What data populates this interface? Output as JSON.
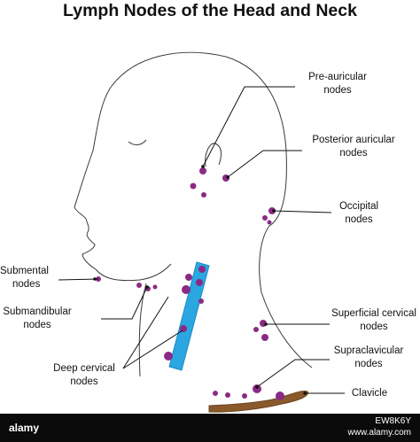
{
  "title": "Lymph Nodes of the Head and Neck",
  "labels": {
    "preauricular": [
      "Pre-auricular",
      "nodes"
    ],
    "posterior_auricular": [
      "Posterior auricular",
      "nodes"
    ],
    "occipital": [
      "Occipital",
      "nodes"
    ],
    "submental": [
      "Submental",
      "nodes"
    ],
    "submandibular": [
      "Submandibular",
      "nodes"
    ],
    "superficial_cervical": [
      "Superficial cervical",
      "nodes"
    ],
    "supraclavicular": [
      "Supraclavicular",
      "nodes"
    ],
    "deep_cervical": [
      "Deep cervical",
      "nodes"
    ],
    "clavicle": "Clavicle"
  },
  "footer": {
    "brand": "alamy",
    "image_id": "EW8K6Y",
    "site": "www.alamy.com"
  },
  "colors": {
    "node": "#8b2a86",
    "vessel": "#2aa6e0",
    "clavicle": "#8b5a2b",
    "outline": "#333333"
  }
}
